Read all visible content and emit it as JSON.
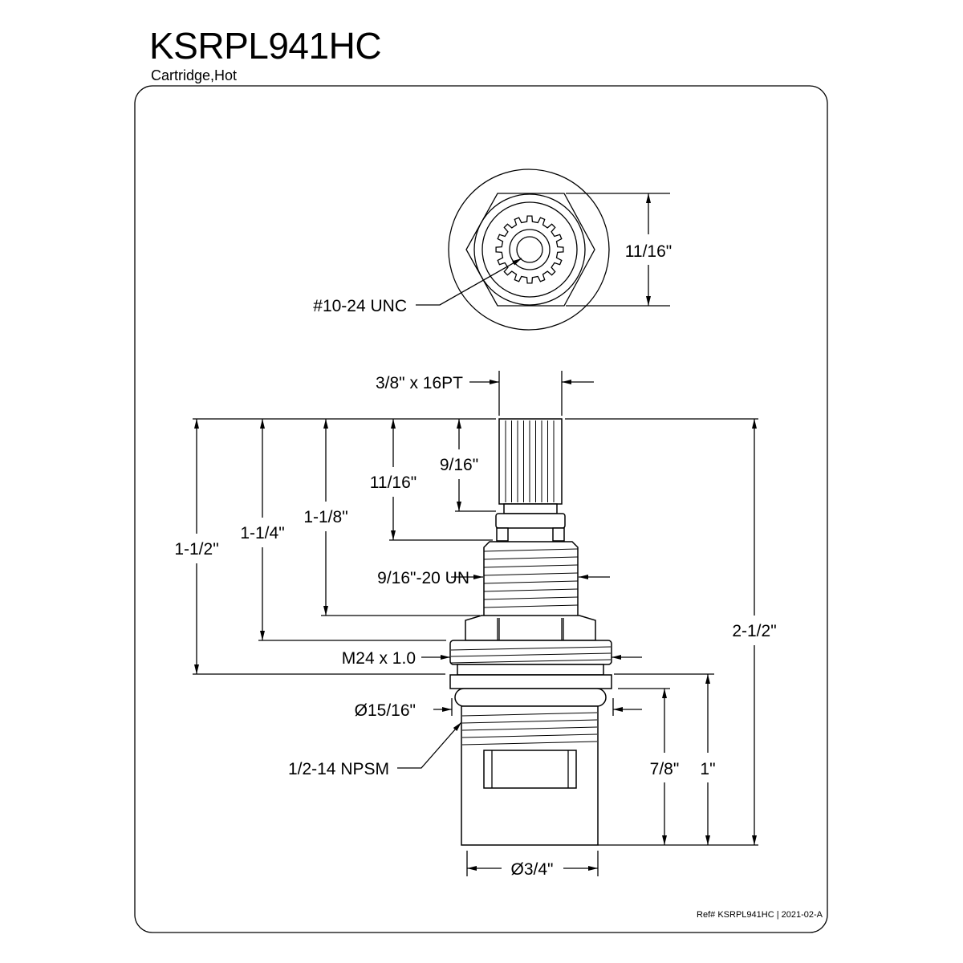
{
  "header": {
    "title": "KSRPL941HC",
    "subtitle": "Cartridge,Hot"
  },
  "top_view": {
    "hex_across_flats": "11/16\"",
    "thread_callout": "#10-24 UNC"
  },
  "side_view": {
    "stem_spline": "3/8\" x 16PT",
    "dim_overall_to_flange": "1-1/2\"",
    "dim_to_ring": "1-1/4\"",
    "dim_to_hex": "1-1/8\"",
    "dim_to_thread_top": "11/16\"",
    "dim_spline_length": "9/16\"",
    "upper_thread": "9/16\"-20 UN",
    "ring_thread": "M24 x 1.0",
    "oring_diameter": "Ø15/16\"",
    "lower_thread": "1/2-14 NPSM",
    "dim_seven_eighths": "7/8\"",
    "dim_one_inch": "1\"",
    "dim_overall": "2-1/2\"",
    "body_diameter": "Ø3/4\""
  },
  "footer": {
    "reference": "Ref# KSRPL941HC | 2021-02-A"
  }
}
